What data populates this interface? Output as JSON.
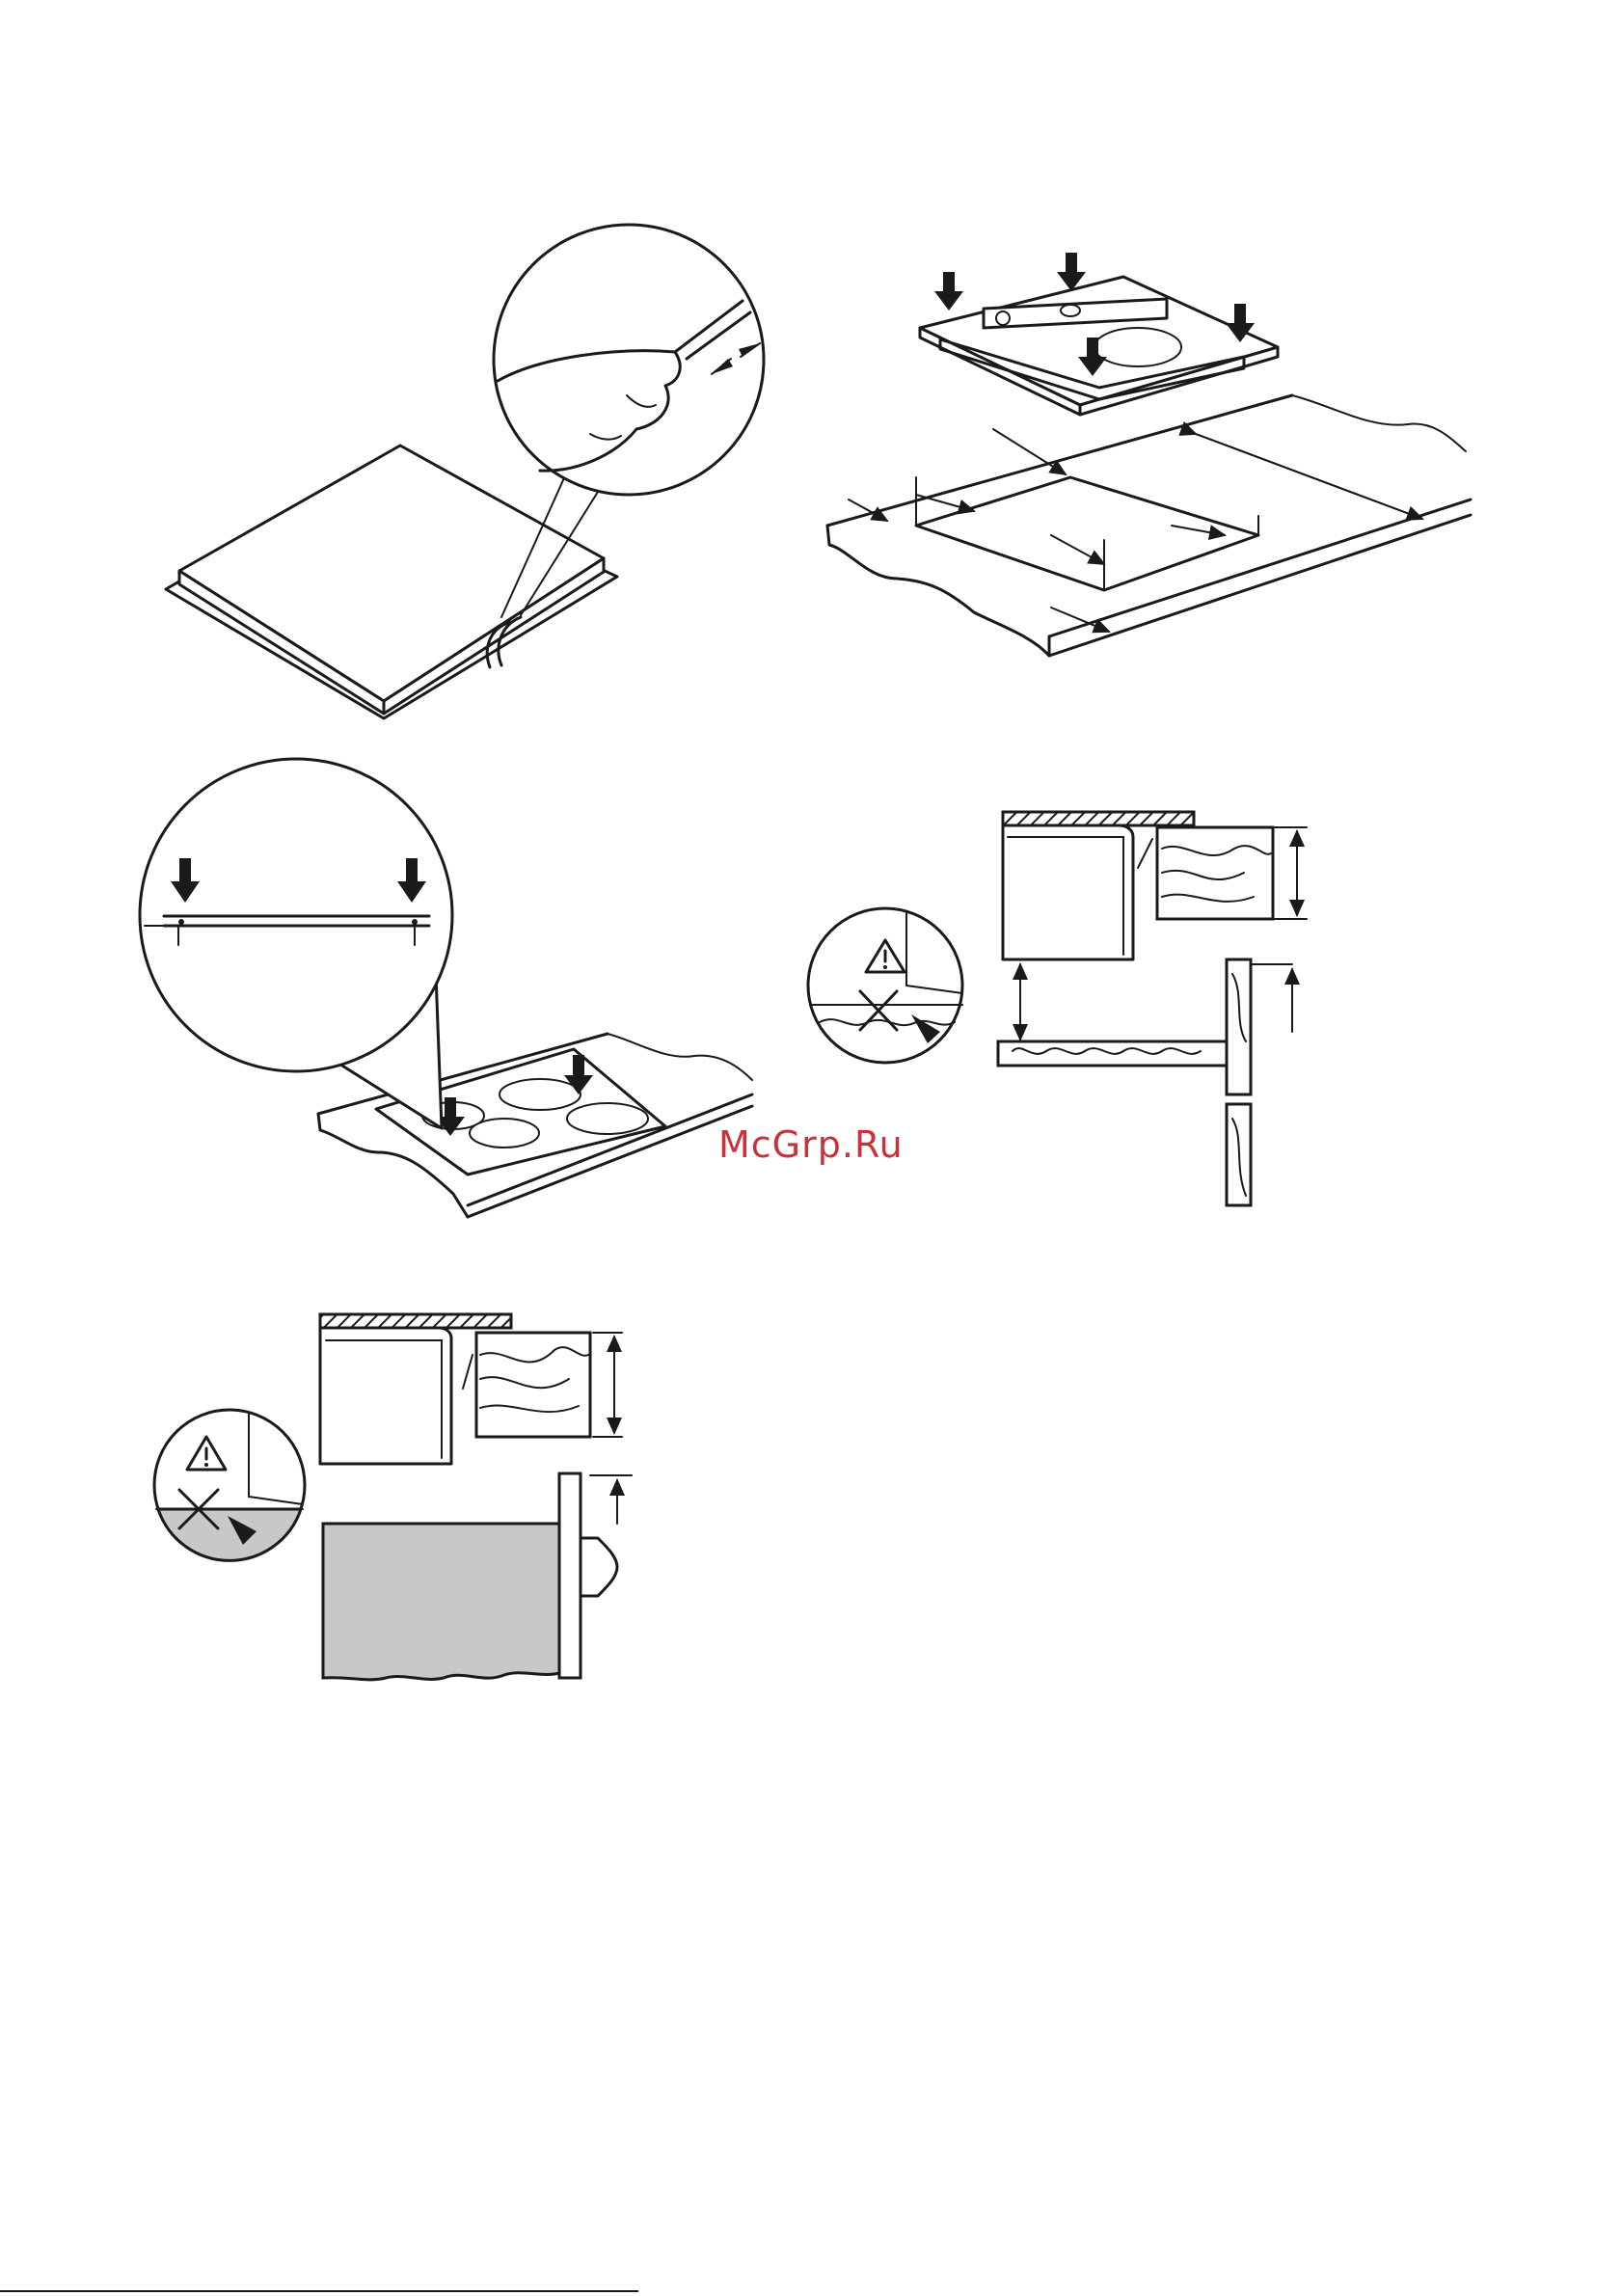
{
  "watermark": {
    "text": "McGrp.Ru",
    "color": "#c8323c"
  },
  "figures": [
    {
      "id": "fig-1",
      "icon": "seal-strip-application"
    },
    {
      "id": "fig-2",
      "icon": "hob-leveling-cutout"
    },
    {
      "id": "fig-3",
      "icon": "hob-clamp-detail"
    },
    {
      "id": "fig-4",
      "icon": "drawer-clearance-section",
      "warning_icon": "warning-triangle-icon"
    },
    {
      "id": "fig-5",
      "icon": "oven-clearance-section",
      "warning_icon": "warning-triangle-icon"
    }
  ]
}
